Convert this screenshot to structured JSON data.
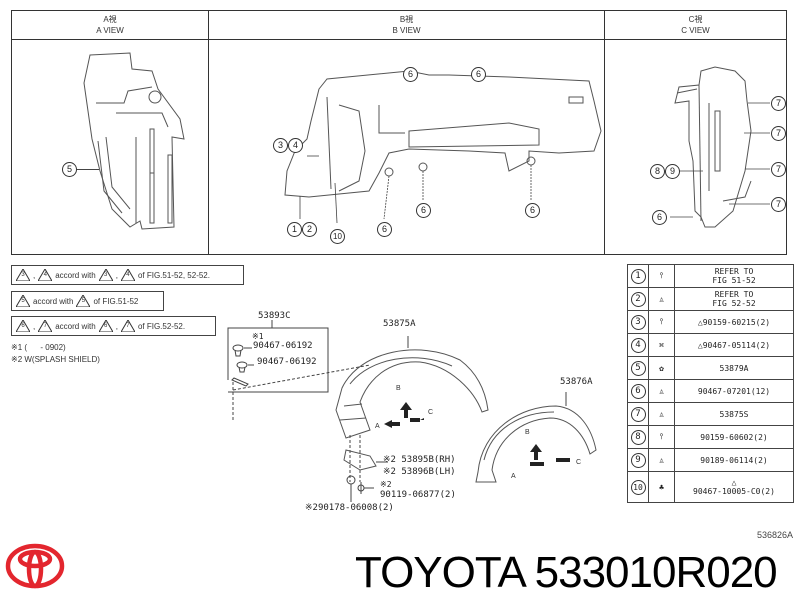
{
  "views": [
    {
      "label_jp": "A視",
      "label_en": "A VIEW",
      "callouts": [
        "5"
      ]
    },
    {
      "label_jp": "B視",
      "label_en": "B VIEW",
      "callouts": [
        "6",
        "6",
        "3",
        "4",
        "6",
        "6",
        "6",
        "1",
        "2",
        "10"
      ]
    },
    {
      "label_jp": "C視",
      "label_en": "C VIEW",
      "callouts": [
        "7",
        "7",
        "7",
        "7",
        "8",
        "9",
        "6"
      ]
    }
  ],
  "notes": [
    {
      "tri_a": "3",
      "tri_b": "4",
      "text_mid": "accord with",
      "tri_c": "3",
      "tri_d": "4",
      "text_end": "of FIG.51-52, 52-52."
    },
    {
      "tri_a": "5",
      "text_mid": "accord with",
      "tri_c": "5",
      "text_end": "of FIG.51-52"
    },
    {
      "tri_a": "6",
      "tri_b": "7",
      "text_mid": "accord with",
      "tri_c": "6",
      "tri_d": "7",
      "text_end": "of FIG.52-52."
    }
  ],
  "footnotes": [
    "※1 (      - 0902)",
    "※2 W(SPLASH SHIELD)"
  ],
  "assembly": {
    "kit_part": "53893C",
    "kit_note": "※1",
    "kit_items": [
      "90467-06192",
      "90467-06192"
    ],
    "liner_rh": "53875A",
    "liner_lh": "53876A",
    "shield_rh": "※2 53895B(RH)",
    "shield_lh": "※2 53896B(LH)",
    "screw_note": "※2",
    "screw": "90119-06877(2)",
    "clip": "※290178-06008(2)",
    "arrow_labels": {
      "a": "A",
      "b": "B",
      "c": "C"
    }
  },
  "parts_table": [
    {
      "num": "1",
      "icon": "screw-clip-icon",
      "tri": "3",
      "value_line1": "REFER TO",
      "value_line2": "FIG 51-52"
    },
    {
      "num": "2",
      "icon": "push-clip-icon",
      "tri": "4",
      "value_line1": "REFER TO",
      "value_line2": "FIG 52-52"
    },
    {
      "num": "3",
      "icon": "screw-icon",
      "tri": "6",
      "value_line1": "90159-60215(2)",
      "value_line2": ""
    },
    {
      "num": "4",
      "icon": "nut-clip-icon",
      "tri": "7",
      "value_line1": "90467-05114(2)",
      "value_line2": ""
    },
    {
      "num": "5",
      "icon": "grommet-icon",
      "tri": "",
      "value_line1": "53879A",
      "value_line2": ""
    },
    {
      "num": "6",
      "icon": "rivet-clip-icon",
      "tri": "",
      "value_line1": "90467-07201(12)",
      "value_line2": ""
    },
    {
      "num": "7",
      "icon": "push-clip-icon",
      "tri": "",
      "value_line1": "53875S",
      "value_line2": ""
    },
    {
      "num": "8",
      "icon": "screw-icon",
      "tri": "",
      "value_line1": "90159-60602(2)",
      "value_line2": ""
    },
    {
      "num": "9",
      "icon": "push-clip-icon",
      "tri": "",
      "value_line1": "90189-06114(2)",
      "value_line2": ""
    },
    {
      "num": "10",
      "icon": "tree-clip-icon",
      "tri": "5",
      "value_line1": "90467-10005-C0(2)",
      "value_line2": ""
    }
  ],
  "drawing_ref": "536826A",
  "brand": {
    "name": "TOYOTA",
    "part_number": "533010R020",
    "title": "TOYOTA 533010R020",
    "logo_color": "#e3262e"
  }
}
